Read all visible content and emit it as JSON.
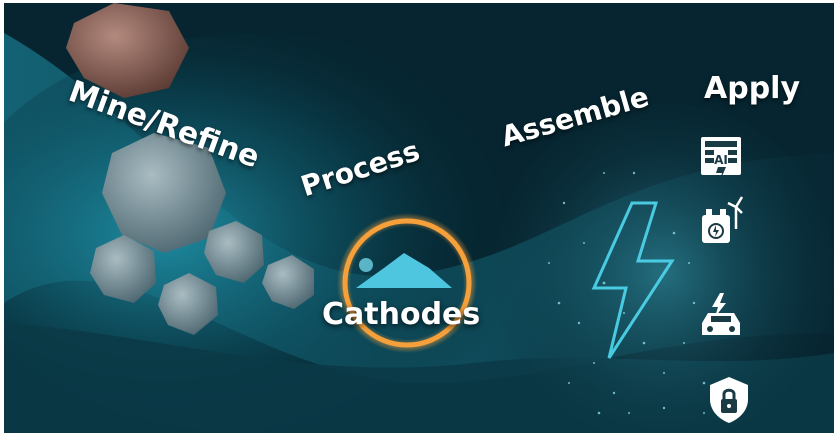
{
  "stages": {
    "mine_refine": "Mine/Refine",
    "process": "Process",
    "assemble": "Assemble",
    "apply": "Apply"
  },
  "cathode": {
    "label": "Cathodes"
  },
  "apply_icons": [
    {
      "name": "ai-chip-icon",
      "text": "AI"
    },
    {
      "name": "energy-storage-turbine-icon"
    },
    {
      "name": "electric-car-icon"
    },
    {
      "name": "shield-lock-icon"
    }
  ],
  "colors": {
    "background": "#062530",
    "teal_glow": "#1b8aa0",
    "ring_orange": "#f5a03a",
    "bolt_cyan": "#4fd8f0",
    "rock_gray": "#7e97a0"
  }
}
